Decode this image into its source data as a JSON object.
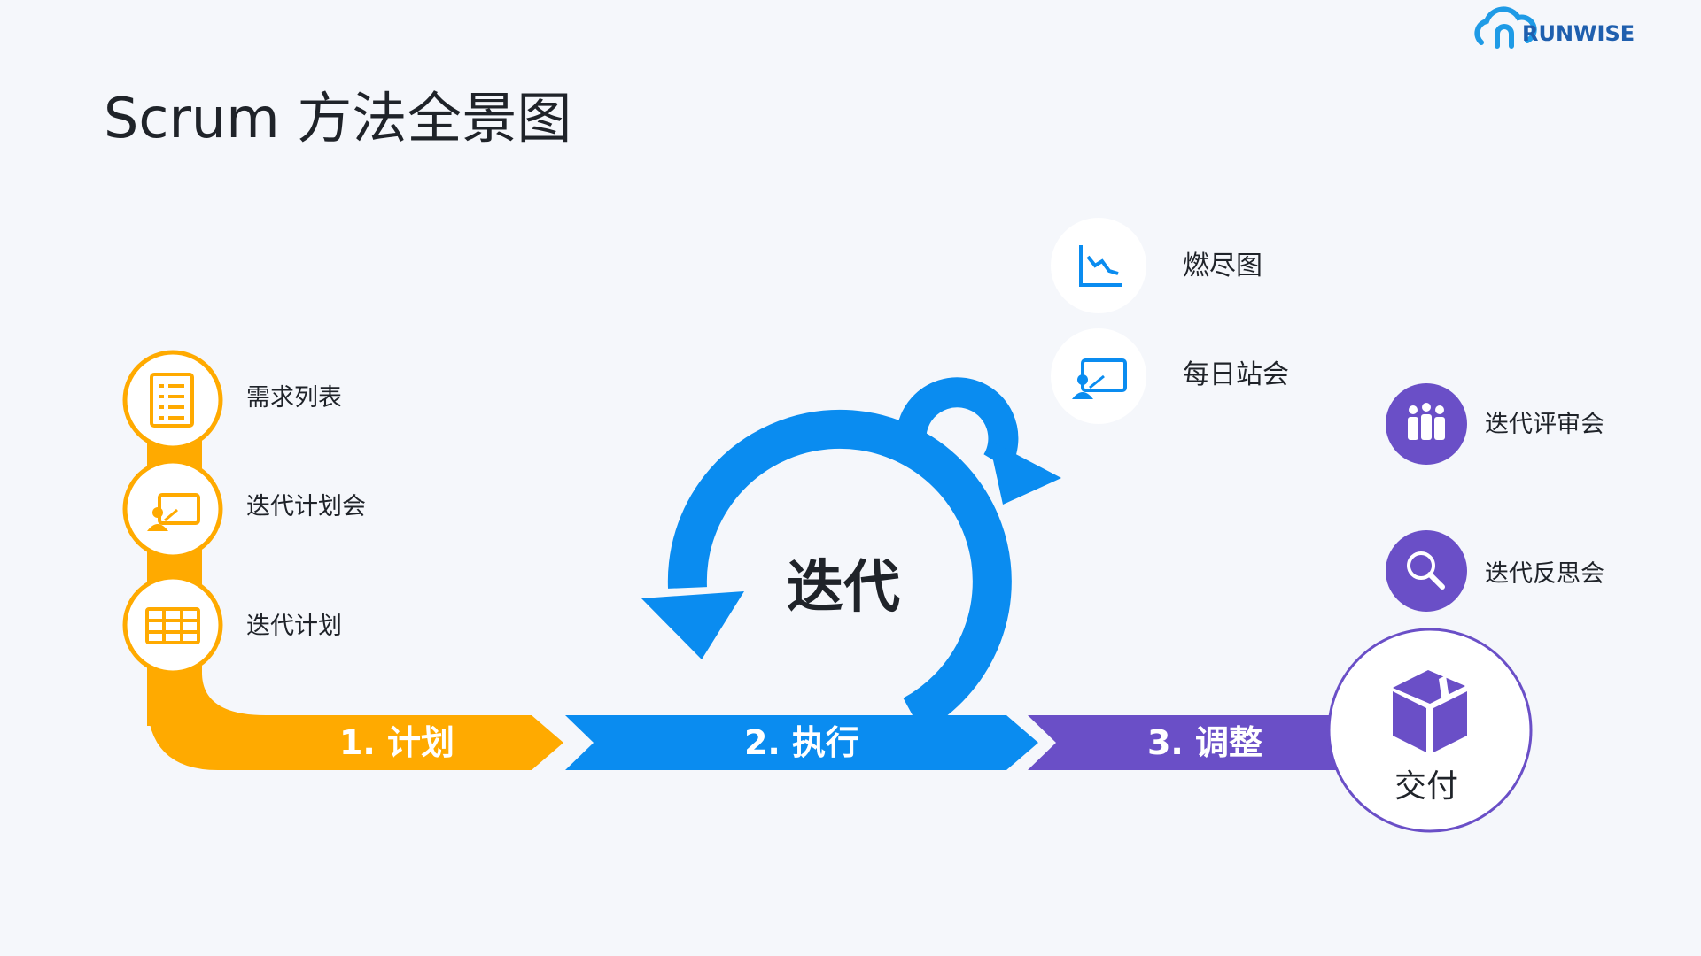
{
  "title": "Scrum 方法全景图",
  "logo": {
    "text": "RUNWISE",
    "icon": "cloud-logo-icon"
  },
  "phases": [
    {
      "label": "1. 计划",
      "color": "#FFAA00"
    },
    {
      "label": "2. 执行",
      "color": "#0A8CF0"
    },
    {
      "label": "3. 调整",
      "color": "#6A4FC7"
    }
  ],
  "plan_items": [
    {
      "label": "需求列表",
      "icon": "document-list-icon"
    },
    {
      "label": "迭代计划会",
      "icon": "presentation-icon"
    },
    {
      "label": "迭代计划",
      "icon": "table-grid-icon"
    }
  ],
  "execute_items": [
    {
      "label": "燃尽图",
      "icon": "burndown-chart-icon"
    },
    {
      "label": "每日站会",
      "icon": "presentation-icon"
    }
  ],
  "adjust_items": [
    {
      "label": "迭代评审会",
      "icon": "team-icon"
    },
    {
      "label": "迭代反思会",
      "icon": "magnifier-icon"
    }
  ],
  "iteration_label": "迭代",
  "delivery_label": "交付",
  "colors": {
    "plan": "#FFAA00",
    "execute": "#0A8CF0",
    "adjust": "#6A4FC7",
    "background": "#F5F7FB",
    "text": "#1F2329"
  }
}
